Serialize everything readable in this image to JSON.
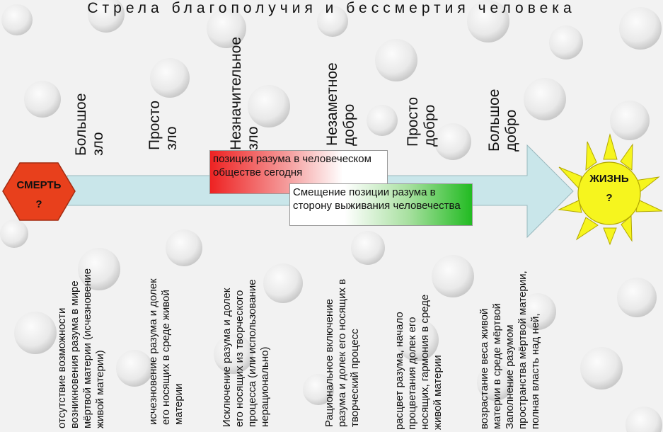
{
  "title": "Стрела благополучия и бессмертия человека",
  "colors": {
    "arrow": "#c9e6ea",
    "death": "#e8401c",
    "sun": "#f6f51e",
    "red_box": "#ee2222",
    "green_box": "#22bb22"
  },
  "start": {
    "label": "СМЕРТЬ",
    "mark": "?"
  },
  "end": {
    "label": "ЖИЗНЬ",
    "mark": "?"
  },
  "scale": [
    {
      "line1": "Большое",
      "line2": "зло"
    },
    {
      "line1": "Просто",
      "line2": "зло"
    },
    {
      "line1": "Незначительное",
      "line2": "зло"
    },
    {
      "line1": "Незаметное",
      "line2": "добро"
    },
    {
      "line1": "Просто",
      "line2": "добро"
    },
    {
      "line1": "Большое",
      "line2": "добро"
    }
  ],
  "boxes": {
    "current": "позиция разума в человеческом обществе сегодня",
    "shift": "Смещение позиции разума в сторону выживания человечества"
  },
  "descriptions": [
    [
      "отсутствие возможности",
      "возникновения разума в мире",
      "мёртвой материи (исчезновение",
      "живой материи)"
    ],
    [
      "исчезновение разума и долек",
      "его носящих в среде живой",
      "материи"
    ],
    [
      "Исключение разума и долек",
      "его носящих из творческого",
      "процесса (или использование",
      "нерационально)"
    ],
    [
      "Рациональное включение",
      "разума и долек его носящих в",
      "творческий процесс"
    ],
    [
      "расцвет разума, начало",
      "процветания долек его",
      "носящих, гармония в среде",
      "живой материи"
    ],
    [
      "возрастание веса живой",
      "материи в среде мёртвой",
      "Заполнение разумом",
      "пространства мёртвой материи,",
      "полная власть над ней,"
    ]
  ]
}
